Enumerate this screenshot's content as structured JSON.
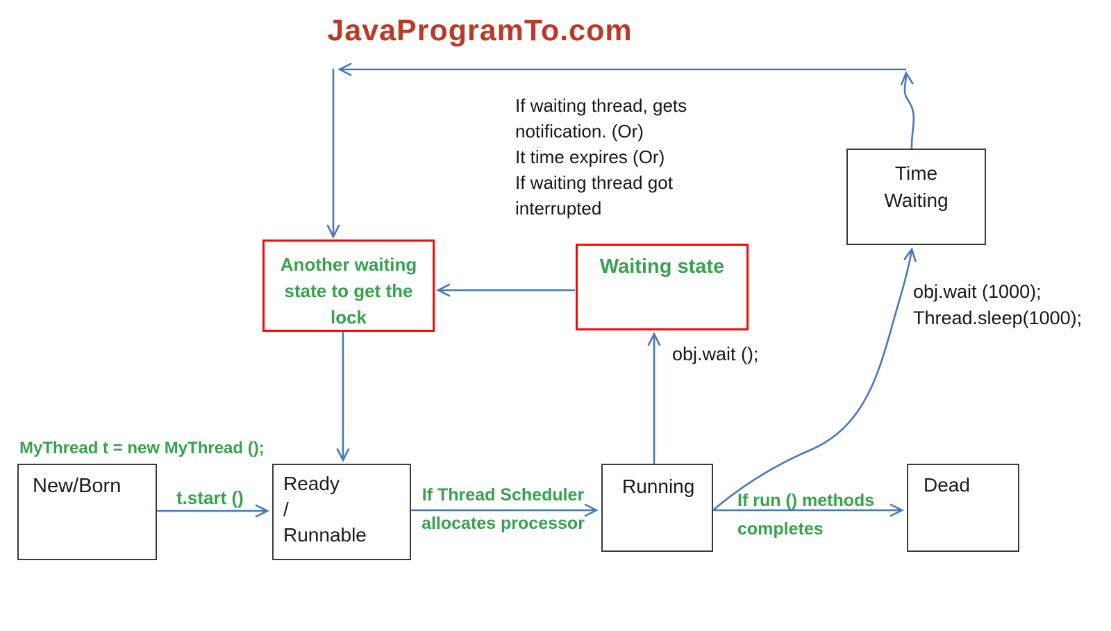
{
  "title": "JavaProgramTo.com",
  "notes": {
    "wake_conditions": [
      "If waiting thread, gets",
      "notification. (Or)",
      "It time expires (Or)",
      "If waiting thread got",
      "interrupted"
    ],
    "obj_wait": "obj.wait ();",
    "timed_wait": [
      "obj.wait (1000);",
      "Thread.sleep(1000);"
    ]
  },
  "states": {
    "new_born": {
      "label": "New/Born"
    },
    "ready": {
      "label": [
        "Ready",
        "/",
        "Runnable"
      ]
    },
    "running": {
      "label": "Running"
    },
    "dead": {
      "label": "Dead"
    },
    "time_waiting": {
      "label": [
        "Time",
        "Waiting"
      ]
    },
    "waiting_state": {
      "label": "Waiting state"
    },
    "another_waiting": {
      "label": [
        "Another waiting",
        "state to get the",
        "lock"
      ]
    }
  },
  "transitions": {
    "new_thread": "MyThread t = new MyThread ();",
    "t_start": "t.start ()",
    "scheduler": [
      "If Thread Scheduler",
      "allocates processor"
    ],
    "run_completes": [
      "If run () methods",
      "completes"
    ]
  },
  "colors": {
    "arrow_blue": "#4777bd",
    "state_border_red": "#fe0404",
    "state_border_black": "#3a3a3a",
    "label_green": "#37a24d",
    "title_red": "#b93a27",
    "text_black": "#161616",
    "background": "#ffffff"
  }
}
